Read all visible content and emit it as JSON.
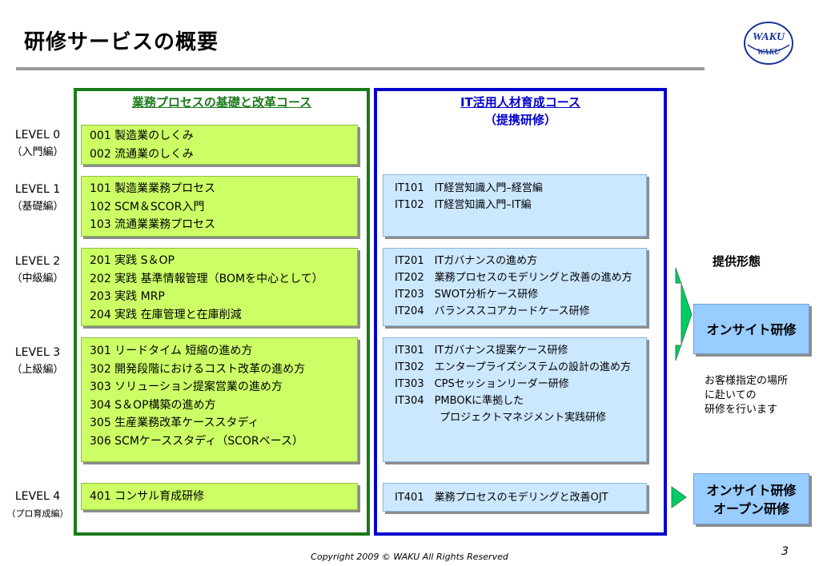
{
  "title": "研修サービスの概要",
  "logo": {
    "line1": "WAKU",
    "line2": "WAKU"
  },
  "columns": {
    "left": {
      "heading": "業務プロセスの基礎と改革コース"
    },
    "right": {
      "heading": "IT活用人材育成コース",
      "subheading": "（提携研修）"
    }
  },
  "levels": [
    {
      "name": "LEVEL 0",
      "sub": "（入門編）"
    },
    {
      "name": "LEVEL 1",
      "sub": "（基礎編）"
    },
    {
      "name": "LEVEL 2",
      "sub": "（中級編）"
    },
    {
      "name": "LEVEL 3",
      "sub": "（上級編）"
    },
    {
      "name": "LEVEL 4",
      "sub": "（プロ育成編）"
    }
  ],
  "left_boxes": [
    [
      "001 製造業のしくみ",
      "002 流通業のしくみ"
    ],
    [
      "101 製造業業務プロセス",
      "102 SCM＆SCOR入門",
      "103 流通業業務プロセス"
    ],
    [
      "201 実践 S＆OP",
      "202 実践 基準情報管理（BOMを中心として）",
      "203 実践 MRP",
      "204 実践 在庫管理と在庫削減"
    ],
    [
      "301 リードタイム 短縮の進め方",
      "302 開発段階におけるコスト改革の進め方",
      "303 ソリューション提案営業の進め方",
      "304 S＆OP構築の進め方",
      "305 生産業務改革ケーススタディ",
      "306 SCMケーススタディ（SCORベース）"
    ],
    [
      "401 コンサル育成研修"
    ]
  ],
  "right_boxes": [
    [
      "IT101　IT経営知識入門–経営編",
      "IT102　IT経営知識入門–IT編"
    ],
    [
      "IT201　ITガバナンスの進め方",
      "IT202　業務プロセスのモデリングと改善の進め方",
      "IT203　SWOT分析ケース研修",
      "IT204　バランススコアカードケース研修"
    ],
    [
      "IT301　ITガバナンス提案ケース研修",
      "IT302　エンタープライズシステムの設計の進め方",
      "IT303　CPSセッションリーダー研修",
      "IT304　PMBOKに準拠した",
      "　　　　 プロジェクトマネジメント実践研修"
    ],
    [
      "IT401　業務プロセスのモデリングと改善OJT"
    ]
  ],
  "side": {
    "title": "提供形態",
    "onsite": "オンサイト研修",
    "note": [
      "お客様指定の場所",
      "に赴いての",
      "研修を行います"
    ],
    "onsite_open": [
      "オンサイト研修",
      "オープン研修"
    ]
  },
  "colors": {
    "green": "#1a7a1a",
    "blue": "#0000cc",
    "green_box": "#ccff66",
    "blue_box": "#cce8ff",
    "side_box": "#99ccff",
    "arrow": "#00cc66"
  },
  "copyright": "Copyright 2009 © WAKU All Rights Reserved",
  "page_number": "3"
}
